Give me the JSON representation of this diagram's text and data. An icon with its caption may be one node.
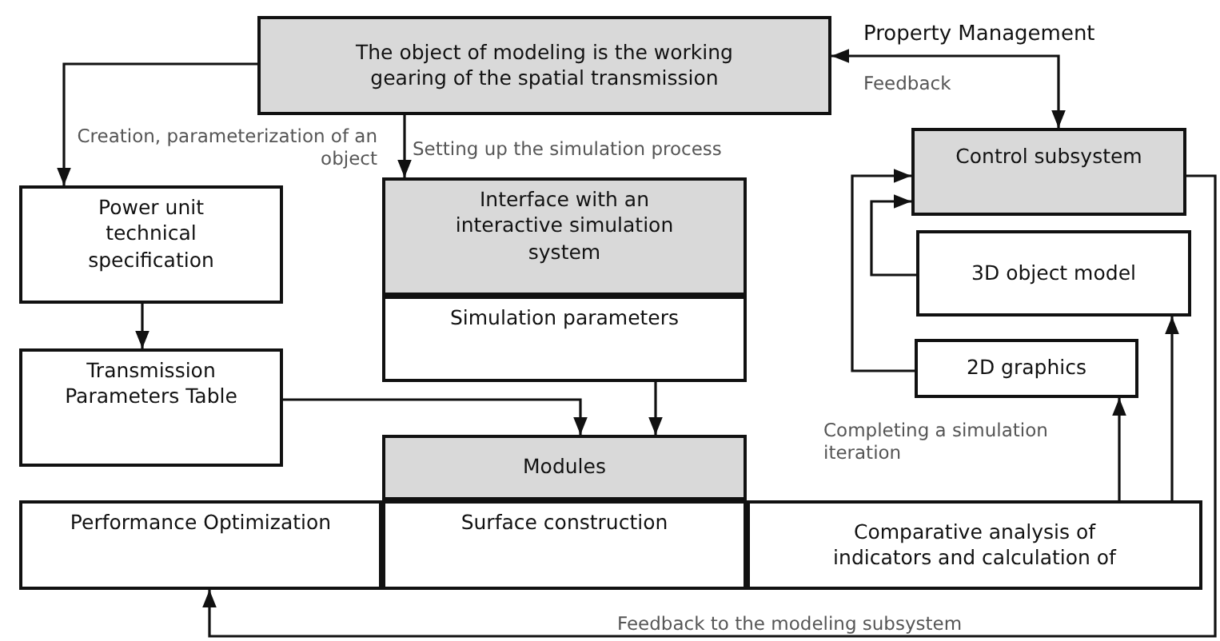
{
  "diagram": {
    "nodes": [
      {
        "text": [
          "The object of modeling is the working gearing of the spatial transmission"
        ]
      },
      {
        "text": [
          "Power unit technical specification"
        ]
      },
      {
        "text": [
          "Interface with an interactive simulation system"
        ]
      },
      {
        "text": [
          "Simulation parameters"
        ]
      },
      {
        "text": [
          "Transmission Parameters Table"
        ]
      },
      {
        "text": [
          "Modules"
        ]
      },
      {
        "text": [
          "Performance Optimization"
        ]
      },
      {
        "text": [
          "Surface construction"
        ]
      },
      {
        "text": [
          "Comparative analysis of indicators and calculation of"
        ]
      },
      {
        "text": [
          "Control subsystem"
        ]
      },
      {
        "text": [
          "3D object model"
        ]
      },
      {
        "text": [
          "2D graphics"
        ]
      }
    ],
    "edges": [
      {
        "from": 0,
        "to": 1,
        "arrow": "to",
        "label": "Creation, parameterization of an object"
      },
      {
        "from": 0,
        "to": 2,
        "arrow": "to",
        "label": "Setting up the simulation process"
      },
      {
        "from": 0,
        "to": 9,
        "arrow": "both",
        "label": "Property Management"
      },
      {
        "from": 1,
        "to": 4,
        "arrow": "to"
      },
      {
        "from": 4,
        "to": 5,
        "arrow": "to"
      },
      {
        "from": 3,
        "to": 5,
        "arrow": "to"
      },
      {
        "from": 10,
        "to": 9,
        "arrow": "to"
      },
      {
        "from": 11,
        "to": 9,
        "arrow": "to"
      },
      {
        "from": 8,
        "to": 11,
        "arrow": "to",
        "label": "Completing a simulation iteration"
      },
      {
        "from": 8,
        "to": 10,
        "arrow": "to"
      },
      {
        "from": 9,
        "to": 6,
        "arrow": "to",
        "label": "Feedback to the modeling subsystem"
      }
    ],
    "labels": [
      "Feedback"
    ]
  }
}
